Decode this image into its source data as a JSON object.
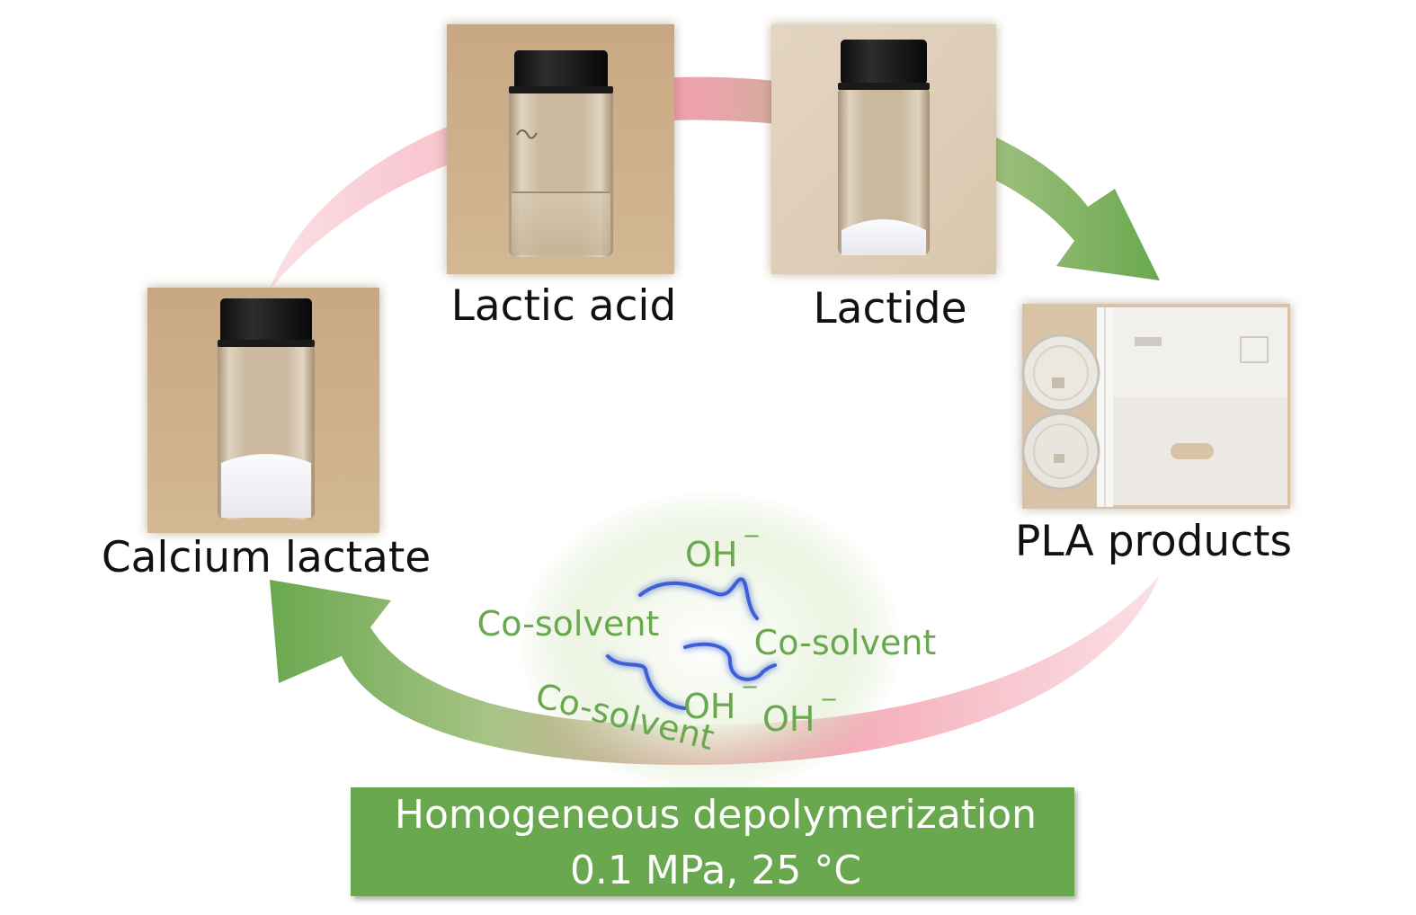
{
  "stages": {
    "lactic_acid": {
      "label": "Lactic acid"
    },
    "lactide": {
      "label": "Lactide"
    },
    "pla_products": {
      "label": "PLA products"
    },
    "calcium_lactate": {
      "label": "Calcium lactate"
    }
  },
  "mechanism": {
    "cosolvent_1": "Co-solvent",
    "cosolvent_2": "Co-solvent",
    "cosolvent_3": "Co-solvent",
    "hydroxide_1": "OH",
    "hydroxide_2": "OH",
    "hydroxide_3": "OH",
    "charge": "−"
  },
  "banner": {
    "line1": "Homogeneous depolymerization",
    "line2": "0.1 MPa,  25 °C"
  },
  "colors": {
    "green": "#6aa84f",
    "pink": "#f0a8b4",
    "chain_blue": "#3c5fd6",
    "photo_background": "#c9ab87"
  }
}
